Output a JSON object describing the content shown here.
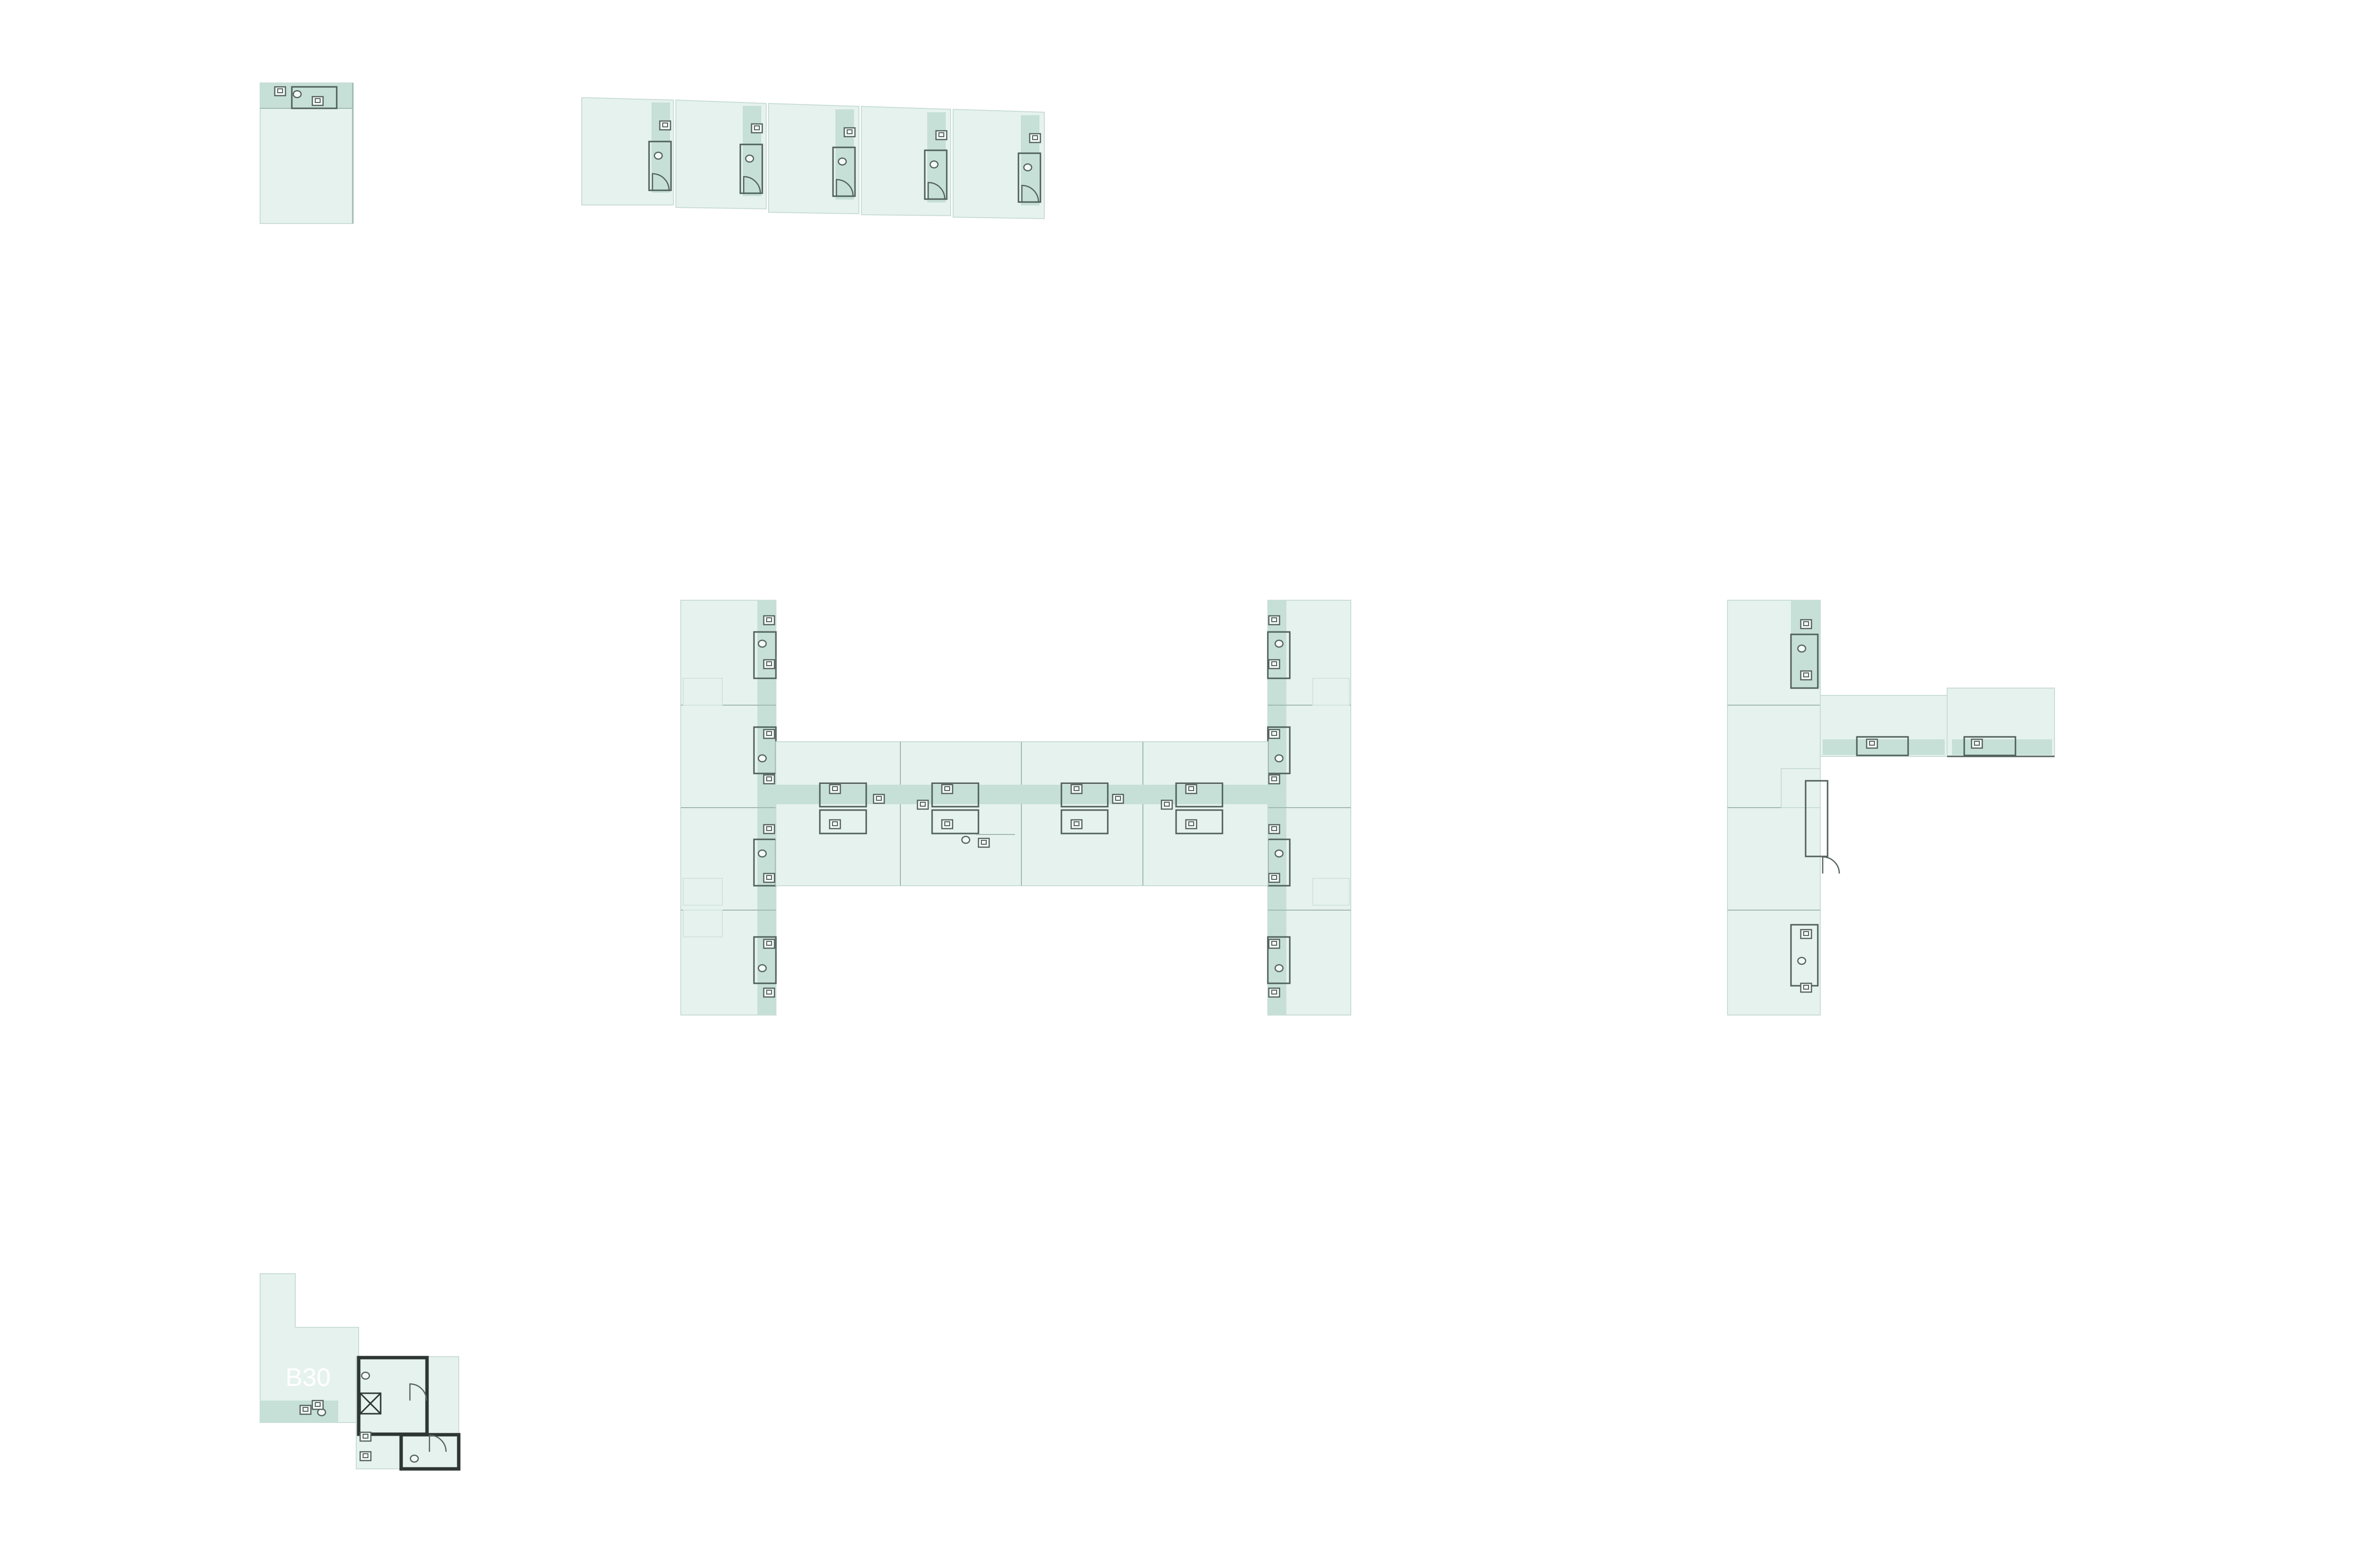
{
  "canvas": {
    "background": "#ffffff"
  },
  "colors": {
    "room_fill": "#e6f2ee",
    "room_stroke": "#c9ddd6",
    "strip_fill": "#c6e0d7",
    "wall": "#4f5f5a",
    "wall_bold": "#2e3634",
    "label_text": "#ffffff"
  },
  "labels": {
    "block_b30": "B30"
  },
  "groups": [
    {
      "id": "unit-single-top-left",
      "kind": "floor-plan-fragment"
    },
    {
      "id": "unit-row-top",
      "kind": "floor-plan-fragment",
      "modules": 5
    },
    {
      "id": "h-block-center",
      "kind": "floor-plan-fragment"
    },
    {
      "id": "l-block-right",
      "kind": "floor-plan-fragment"
    },
    {
      "id": "b30-core-bottom-left",
      "kind": "floor-plan-fragment"
    }
  ],
  "icons": [
    "toilet-icon",
    "sink-icon",
    "desk-icon",
    "door-swing-icon",
    "lift-icon",
    "stair-icon"
  ]
}
